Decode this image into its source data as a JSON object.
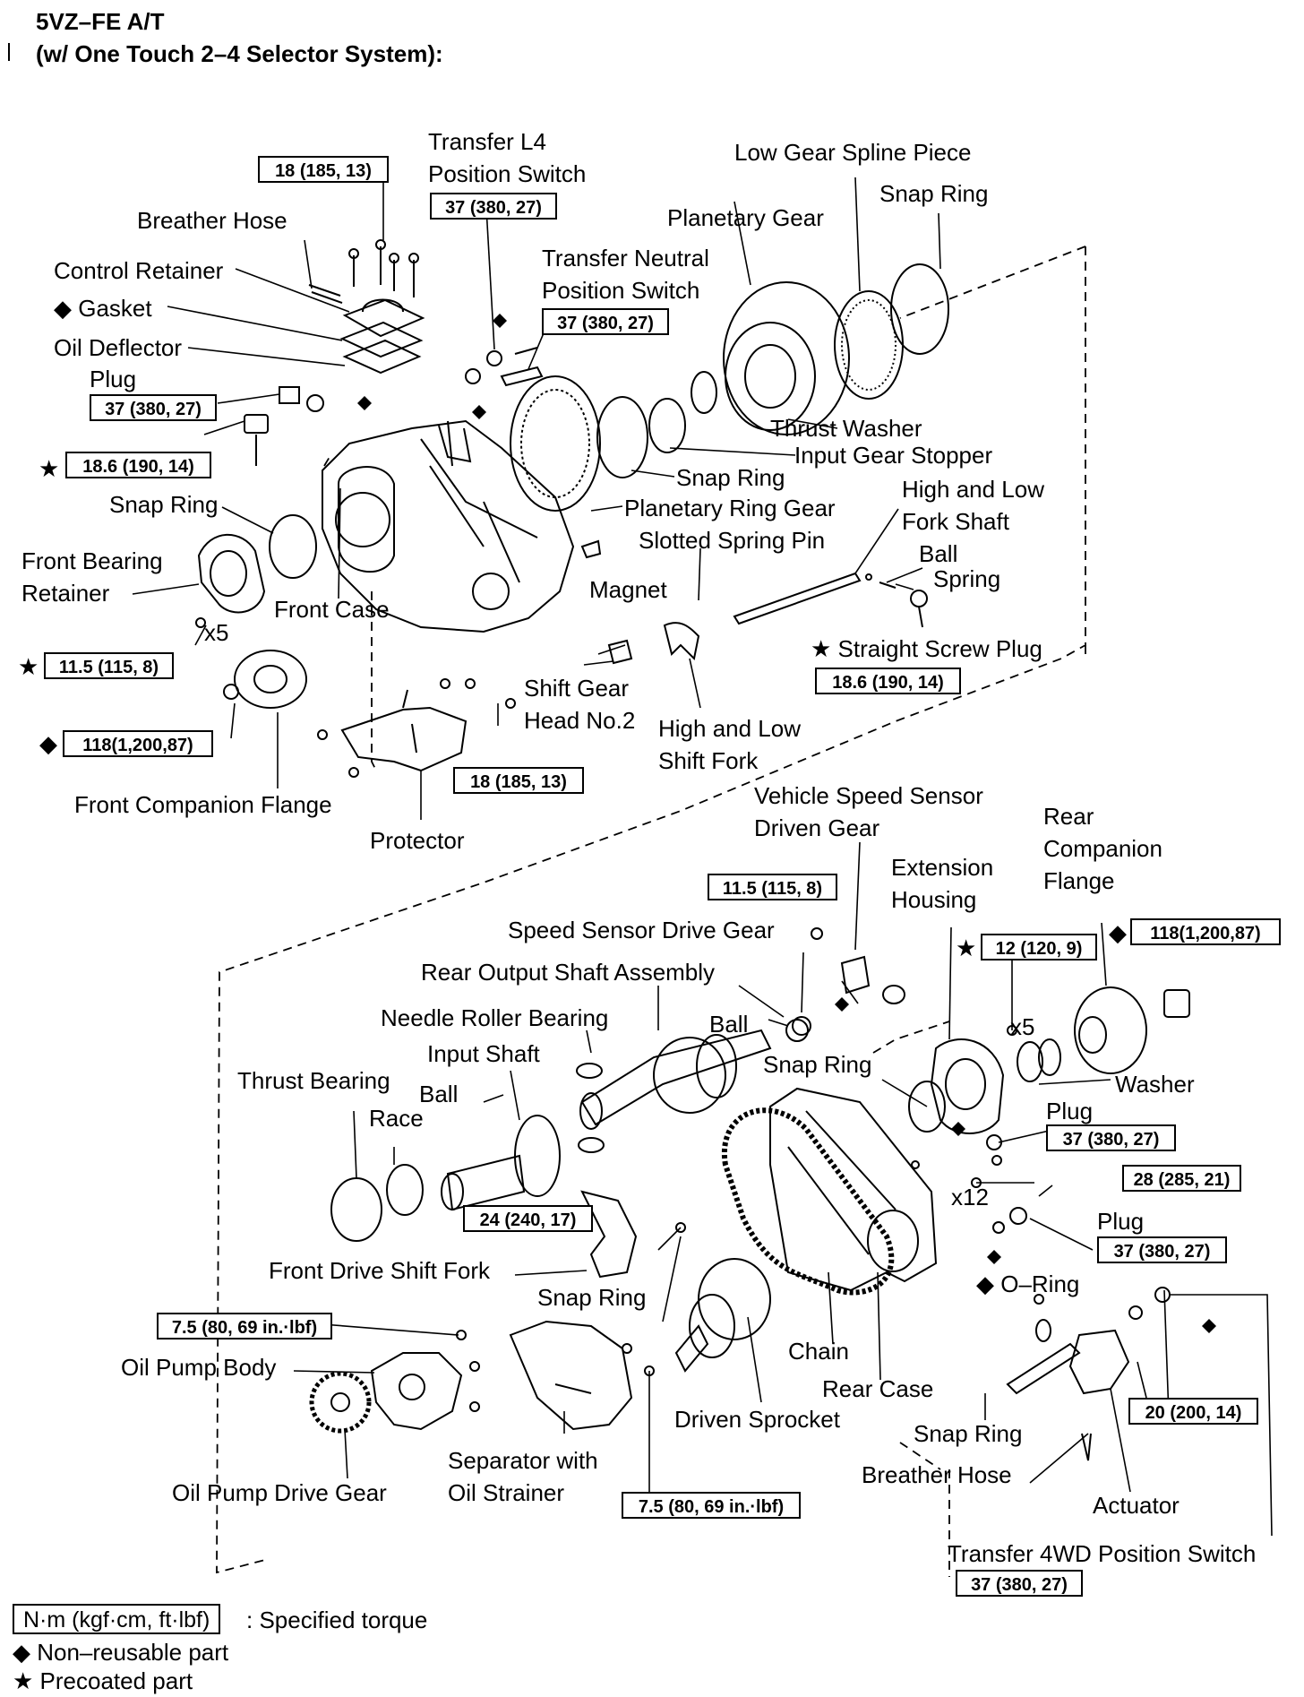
{
  "title": {
    "line1": "5VZ–FE A/T",
    "line2": "(w/ One Touch 2–4 Selector System):"
  },
  "labels": {
    "transfer_l4_position_switch": "Transfer L4\nPosition Switch",
    "low_gear_spline_piece": "Low Gear Spline Piece",
    "snap_ring_top_right": "Snap Ring",
    "breather_hose_top": "Breather Hose",
    "planetary_gear": "Planetary Gear",
    "control_retainer": "Control Retainer",
    "transfer_neutral_position_switch": "Transfer Neutral\nPosition Switch",
    "gasket": "◆ Gasket",
    "oil_deflector": "Oil Deflector",
    "plug_top": "Plug",
    "thrust_washer": "Thrust Washer",
    "input_gear_stopper": "Input Gear Stopper",
    "snap_ring_mid": "Snap Ring",
    "high_and_low_fork_shaft": "High and Low\nFork Shaft",
    "snap_ring_left": "Snap Ring",
    "planetary_ring_gear": "Planetary Ring Gear",
    "slotted_spring_pin": "Slotted Spring Pin",
    "front_bearing_retainer": "Front Bearing\nRetainer",
    "ball_top": "Ball",
    "spring": "Spring",
    "magnet": "Magnet",
    "front_case": "Front Case",
    "x5_top": "x5",
    "straight_screw_plug": "★ Straight Screw Plug",
    "shift_gear_head_no2": "Shift Gear\nHead No.2",
    "high_and_low_shift_fork": "High and Low\nShift Fork",
    "front_companion_flange": "Front Companion Flange",
    "protector": "Protector",
    "vehicle_speed_sensor_driven_gear": "Vehicle Speed Sensor\nDriven Gear",
    "rear_companion_flange": "Rear\nCompanion\nFlange",
    "extension_housing": "Extension\nHousing",
    "speed_sensor_drive_gear": "Speed Sensor Drive Gear",
    "rear_output_shaft_assembly": "Rear Output Shaft Assembly",
    "needle_roller_bearing": "Needle Roller Bearing",
    "ball_mid": "Ball",
    "x5_bottom": "x5",
    "input_shaft": "Input Shaft",
    "snap_ring_right": "Snap Ring",
    "thrust_bearing": "Thrust Bearing",
    "washer": "Washer",
    "ball_low": "Ball",
    "race": "Race",
    "plug_mid": "Plug",
    "x12": "x12",
    "plug_low": "Plug",
    "front_drive_shift_fork": "Front Drive Shift Fork",
    "snap_ring_low": "Snap Ring",
    "o_ring": "◆ O–Ring",
    "chain": "Chain",
    "oil_pump_body": "Oil Pump Body",
    "rear_case": "Rear Case",
    "driven_sprocket": "Driven Sprocket",
    "snap_ring_bottom": "Snap Ring",
    "separator_with_oil_strainer": "Separator with\nOil Strainer",
    "breather_hose_bottom": "Breather Hose",
    "oil_pump_drive_gear": "Oil Pump Drive Gear",
    "actuator": "Actuator",
    "transfer_4wd_position_switch": "Transfer 4WD Position Switch"
  },
  "torques": {
    "t_control_retainer": "18 (185, 13)",
    "t_l4_switch": "37 (380, 27)",
    "t_neutral_switch": "37 (380, 27)",
    "t_plug_top": "37 (380, 27)",
    "t_precoat_plug": "18.6 (190, 14)",
    "t_bearing_retainer": "11.5 (115, 8)",
    "t_front_flange": "118(1,200,87)",
    "t_protector": "18 (185, 13)",
    "t_straight_plug": "18.6 (190, 14)",
    "t_speed_sensor": "11.5 (115, 8)",
    "t_extension": "12 (120, 9)",
    "t_rear_flange": "118(1,200,87)",
    "t_plug_mid": "37 (380, 27)",
    "t_rear_case": "28 (285, 21)",
    "t_shift_fork": "24 (240, 17)",
    "t_plug_low": "37 (380, 27)",
    "t_oil_pump": "7.5 (80, 69 in.·lbf)",
    "t_separator": "7.5 (80, 69 in.·lbf)",
    "t_actuator": "20 (200, 14)",
    "t_4wd_switch": "37 (380, 27)"
  },
  "legend": {
    "torque_box": "N·m (kgf·cm, ft·lbf)",
    "torque_desc": ": Specified torque",
    "non_reusable": "◆ Non–reusable part",
    "precoated": "★ Precoated part"
  },
  "colors": {
    "ink": "#000000",
    "paper": "#ffffff"
  }
}
